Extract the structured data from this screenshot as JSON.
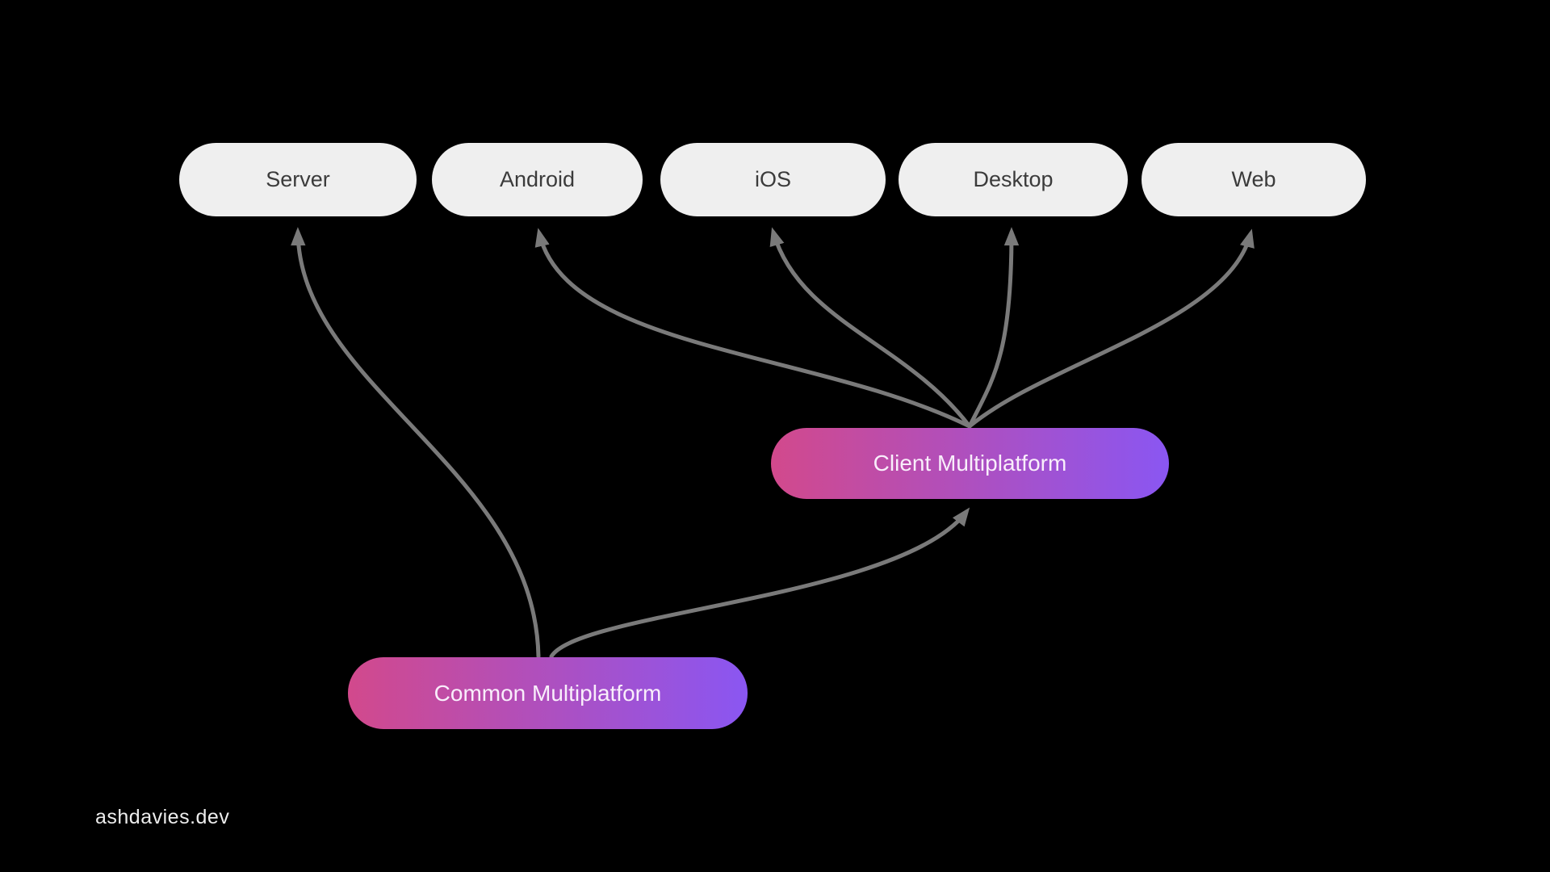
{
  "slide": {
    "footer": "ashdavies.dev"
  },
  "colors": {
    "bg": "#000000",
    "platform_pill": "#efefef",
    "platform_text": "#3b3b3b",
    "gradient_start": "#d2498c",
    "gradient_end": "#8a56f2",
    "module_text": "#f9eefb",
    "arrow": "#7a7a7a",
    "footer_text": "#ededed"
  },
  "diagram": {
    "platforms": [
      {
        "id": "server",
        "label": "Server"
      },
      {
        "id": "android",
        "label": "Android"
      },
      {
        "id": "ios",
        "label": "iOS"
      },
      {
        "id": "desktop",
        "label": "Desktop"
      },
      {
        "id": "web",
        "label": "Web"
      }
    ],
    "modules": [
      {
        "id": "client",
        "label": "Client Multiplatform"
      },
      {
        "id": "common",
        "label": "Common Multiplatform"
      }
    ],
    "edges": [
      {
        "from": "common",
        "to": "server"
      },
      {
        "from": "common",
        "to": "client"
      },
      {
        "from": "client",
        "to": "android"
      },
      {
        "from": "client",
        "to": "ios"
      },
      {
        "from": "client",
        "to": "desktop"
      },
      {
        "from": "client",
        "to": "web"
      }
    ]
  }
}
